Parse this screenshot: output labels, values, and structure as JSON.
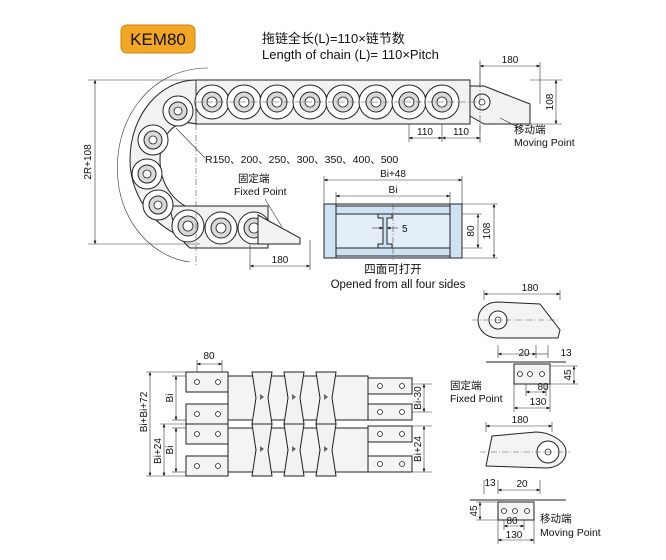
{
  "model": {
    "label": "KEM80",
    "badge_color": "#f2a623"
  },
  "chain_length": {
    "cn": "拖链全长(L)=110×链节数",
    "en": "Length of chain (L)= 110×Pitch"
  },
  "dims": {
    "pitch_a": "110",
    "pitch_b": "110",
    "moving_end_len": "180",
    "moving_end_h": "108",
    "height_2r": "2R+108",
    "fixed_end_len": "180",
    "radius_list": "R150、200、250、300、350、400、500"
  },
  "fixed_point_main": {
    "cn": "固定端",
    "en": "Fixed Point"
  },
  "moving_point_main": {
    "cn": "移动端",
    "en": "Moving Point"
  },
  "cross_section": {
    "outer_width": "Bi+48",
    "inner_width": "Bi",
    "web": "5",
    "inner_height": "80",
    "outer_height": "108",
    "caption_cn": "四面可打开",
    "caption_en": "Opened from all four sides"
  },
  "bottom_view": {
    "top_span": "80",
    "total_width": "Bi+Bi+72",
    "upper_bi": "Bi",
    "lower_width": "Bi+24",
    "lower_bi": "Bi",
    "right_upper": "Bi-30",
    "right_lower": "Bi+24"
  },
  "fixed_bracket": {
    "length": "180",
    "d20": "20",
    "d13": "13",
    "d45": "45",
    "d80": "80",
    "d130": "130",
    "label_cn": "固定端",
    "label_en": "Fixed Point"
  },
  "moving_bracket": {
    "length": "180",
    "d13": "13",
    "d20": "20",
    "d45": "45",
    "d80": "80",
    "d130": "130",
    "label_cn": "移动端",
    "label_en": "Moving Point"
  }
}
